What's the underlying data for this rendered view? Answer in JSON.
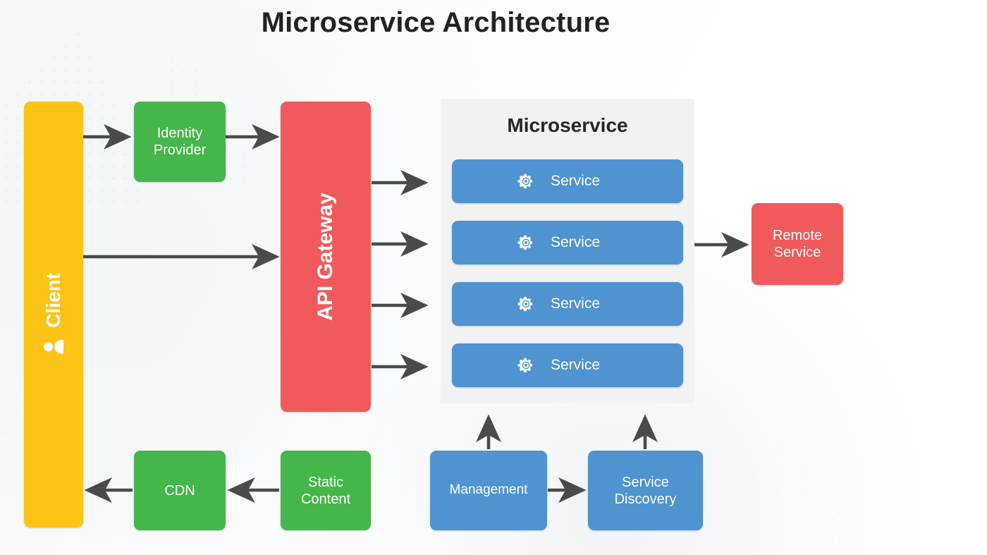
{
  "title": "Microservice Architecture",
  "colors": {
    "background": "#fdfdfd",
    "client_yellow": "#fcc416",
    "green": "#45b649",
    "red": "#f05a5c",
    "blue": "#4f93d1",
    "panel_gray": "#f2f2f4",
    "arrow_gray": "#4a4a4a",
    "title_text": "#222226"
  },
  "nodes": {
    "client": {
      "label": "Client",
      "icon": "person-icon",
      "color": "#fcc416"
    },
    "identity_provider": {
      "label": "Identity\nProvider",
      "color": "#45b649"
    },
    "api_gateway": {
      "label": "API Gateway",
      "color": "#f05a5c"
    },
    "remote_service": {
      "label": "Remote\nService",
      "color": "#f05a5c"
    },
    "cdn": {
      "label": "CDN",
      "color": "#45b649"
    },
    "static_content": {
      "label": "Static\nContent",
      "color": "#45b649"
    },
    "management": {
      "label": "Management",
      "color": "#4f93d1"
    },
    "service_discovery": {
      "label": "Service\nDiscovery",
      "color": "#4f93d1"
    }
  },
  "microservice_panel": {
    "title": "Microservice",
    "services": [
      {
        "label": "Service",
        "icon": "gear-icon"
      },
      {
        "label": "Service",
        "icon": "gear-icon"
      },
      {
        "label": "Service",
        "icon": "gear-icon"
      },
      {
        "label": "Service",
        "icon": "gear-icon"
      }
    ]
  },
  "connections": [
    {
      "from": "client",
      "to": "identity_provider",
      "direction": "right"
    },
    {
      "from": "identity_provider",
      "to": "api_gateway",
      "direction": "right"
    },
    {
      "from": "client",
      "to": "api_gateway",
      "direction": "right"
    },
    {
      "from": "api_gateway",
      "to": "service_1",
      "direction": "right"
    },
    {
      "from": "api_gateway",
      "to": "service_2",
      "direction": "right"
    },
    {
      "from": "api_gateway",
      "to": "service_3",
      "direction": "right"
    },
    {
      "from": "api_gateway",
      "to": "service_4",
      "direction": "right"
    },
    {
      "from": "service_2",
      "to": "remote_service",
      "direction": "right"
    },
    {
      "from": "static_content",
      "to": "cdn",
      "direction": "left"
    },
    {
      "from": "cdn",
      "to": "client",
      "direction": "left"
    },
    {
      "from": "management",
      "to": "service_discovery",
      "direction": "right"
    },
    {
      "from": "management",
      "to": "microservice_panel",
      "direction": "up"
    },
    {
      "from": "service_discovery",
      "to": "microservice_panel",
      "direction": "up"
    }
  ]
}
